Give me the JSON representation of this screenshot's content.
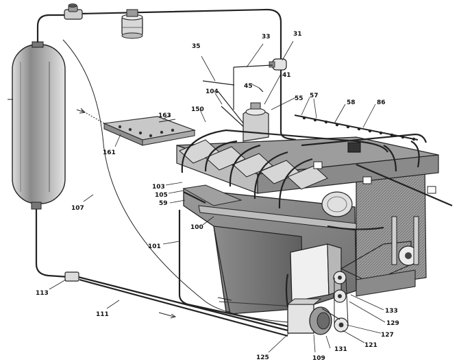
{
  "diagram": {
    "labels": {
      "l31": "31",
      "l33": "33",
      "l35": "35",
      "l41": "41",
      "l45": "45",
      "l55": "55",
      "l57": "57",
      "l58": "58",
      "l59": "59",
      "l86": "86",
      "l100": "100",
      "l101": "101",
      "l103": "103",
      "l104": "104",
      "l105": "105",
      "l107": "107",
      "l109": "109",
      "l111": "111",
      "l113": "113",
      "l121": "121",
      "l125": "125",
      "l127": "127",
      "l129": "129",
      "l131": "131",
      "l133": "133",
      "l150": "150",
      "l161": "161",
      "l163": "163"
    },
    "colors": {
      "ink": "#222222",
      "shade_dark": "#7a7a7a",
      "shade_mid": "#a9a9a9",
      "shade_light": "#d2d2d2",
      "paper": "#ffffff"
    }
  }
}
